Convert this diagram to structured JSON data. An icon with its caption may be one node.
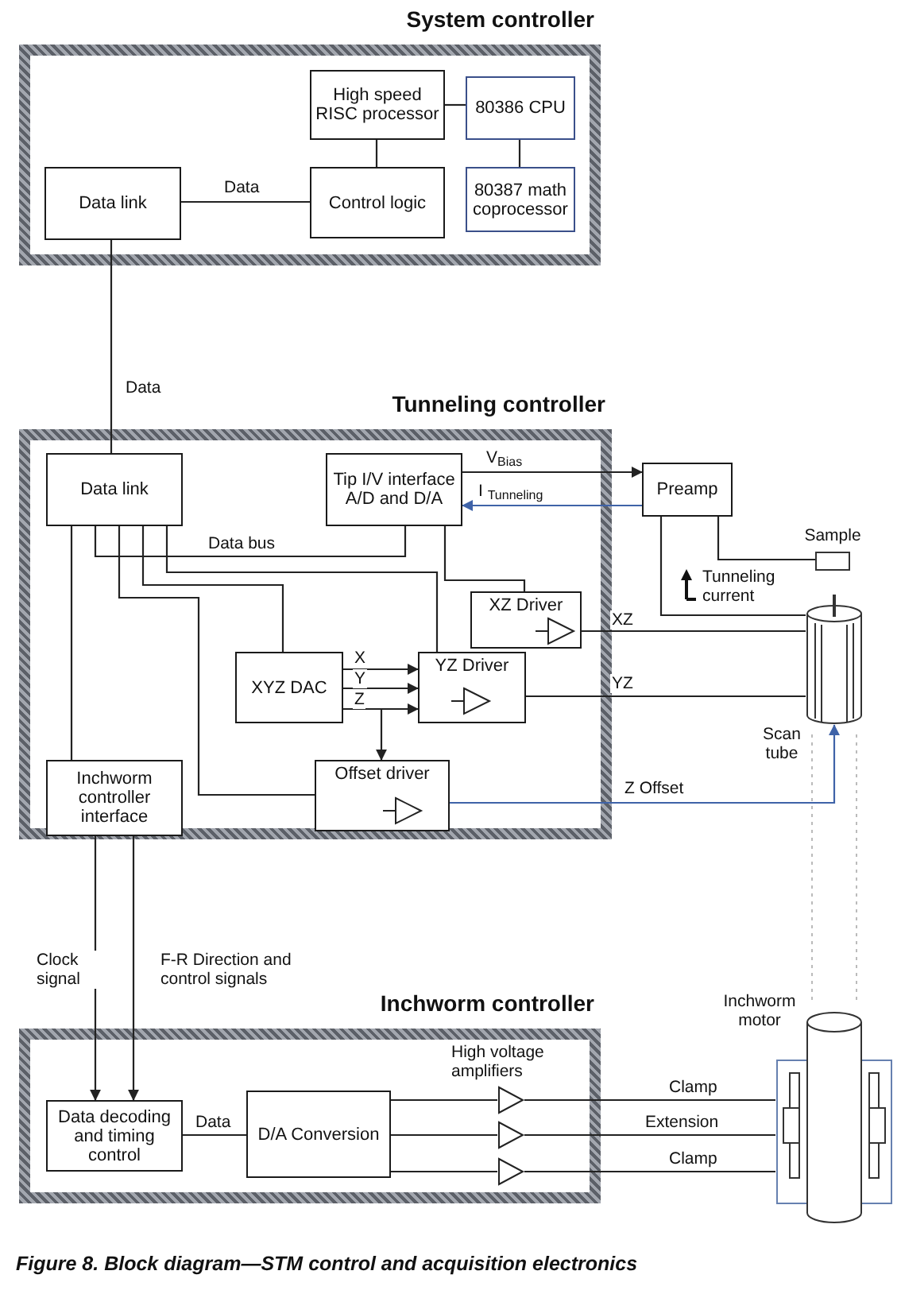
{
  "diagram": {
    "caption": "Figure 8. Block diagram—STM control and acquisition electronics",
    "nodes": [
      {
        "text": [
          "System controller"
        ]
      },
      {
        "text": [
          "Data link"
        ],
        "in": 0
      },
      {
        "text": [
          "High speed RISC processor"
        ],
        "in": 0
      },
      {
        "text": [
          "Control logic"
        ],
        "in": 0
      },
      {
        "text": [
          "80386 CPU"
        ],
        "in": 0
      },
      {
        "text": [
          "80387 math coprocessor"
        ],
        "in": 0
      },
      {
        "text": [
          "Tunneling controller"
        ]
      },
      {
        "text": [
          "Data link"
        ],
        "in": 6
      },
      {
        "text": [
          "Tip I/V interface A/D and D/A"
        ],
        "in": 6
      },
      {
        "text": [
          "XZ Driver"
        ],
        "in": 6
      },
      {
        "text": [
          "XYZ DAC"
        ],
        "in": 6
      },
      {
        "text": [
          "YZ Driver"
        ],
        "in": 6
      },
      {
        "text": [
          "Offset driver"
        ],
        "in": 6
      },
      {
        "text": [
          "Inchworm controller interface"
        ],
        "in": 6
      },
      {
        "text": [
          "Preamp"
        ]
      },
      {
        "text": [],
        "shape": "box",
        "beside": [
          "Sample"
        ]
      },
      {
        "text": [],
        "shape": "cylinder",
        "beside": [
          "Scan tube"
        ]
      },
      {
        "text": [
          "Inchworm controller"
        ]
      },
      {
        "text": [
          "Data decoding and timing control"
        ],
        "in": 17
      },
      {
        "text": [
          "D/A Conversion"
        ],
        "in": 17
      },
      {
        "text": [],
        "shape": "triangle",
        "in": 17
      },
      {
        "text": [],
        "shape": "triangle",
        "in": 17
      },
      {
        "text": [],
        "shape": "triangle",
        "in": 17
      },
      {
        "text": [],
        "shape": "cylinder",
        "beside": [
          "Inchworm motor"
        ]
      }
    ],
    "edges": [
      {
        "from": 1,
        "to": 3,
        "arrow": "none",
        "label": "Data"
      },
      {
        "from": 2,
        "to": 3,
        "arrow": "none"
      },
      {
        "from": 2,
        "to": 4,
        "arrow": "none"
      },
      {
        "from": 4,
        "to": 5,
        "arrow": "none"
      },
      {
        "from": 1,
        "to": 7,
        "arrow": "none",
        "label": "Data"
      },
      {
        "from": 7,
        "to": 8,
        "arrow": "none",
        "label": "Data bus"
      },
      {
        "from": 8,
        "to": 14,
        "arrow": "to",
        "label": "V$_{Bias}$"
      },
      {
        "from": 14,
        "to": 8,
        "arrow": "to",
        "label": "I $_{Tunneling}$",
        "color": "#3f63a8"
      },
      {
        "from": 14,
        "to": 15,
        "arrow": "none"
      },
      {
        "from": 14,
        "to": 16,
        "arrow": "none"
      },
      {
        "from": 10,
        "to": 11,
        "arrow": "to",
        "label": "X"
      },
      {
        "from": 10,
        "to": 11,
        "arrow": "to",
        "label": "Y"
      },
      {
        "from": 10,
        "to": 11,
        "arrow": "to",
        "label": "Z"
      },
      {
        "from": 10,
        "to": 12,
        "arrow": "to"
      },
      {
        "from": 9,
        "to": 16,
        "arrow": "none",
        "label": "XZ"
      },
      {
        "from": 11,
        "to": 16,
        "arrow": "none",
        "label": "YZ"
      },
      {
        "from": 12,
        "to": 16,
        "arrow": "to",
        "label": "Z Offset",
        "color": "#3f63a8"
      },
      {
        "from": 7,
        "to": 13,
        "arrow": "none"
      },
      {
        "from": 7,
        "to": 12,
        "arrow": "none"
      },
      {
        "from": 7,
        "to": 10,
        "arrow": "none"
      },
      {
        "from": 7,
        "to": 11,
        "arrow": "none"
      },
      {
        "from": 8,
        "to": 9,
        "arrow": "none"
      },
      {
        "from": 13,
        "to": 18,
        "arrow": "to",
        "label": "Clock signal"
      },
      {
        "from": 13,
        "to": 18,
        "arrow": "to",
        "label": "F-R Direction and control signals"
      },
      {
        "from": 18,
        "to": 19,
        "arrow": "none",
        "label": "Data"
      },
      {
        "from": 19,
        "to": 20,
        "arrow": "none"
      },
      {
        "from": 19,
        "to": 21,
        "arrow": "none"
      },
      {
        "from": 19,
        "to": 22,
        "arrow": "none"
      },
      {
        "from": 20,
        "to": 23,
        "arrow": "none",
        "label": "Clamp"
      },
      {
        "from": 21,
        "to": 23,
        "arrow": "none",
        "label": "Extension"
      },
      {
        "from": 22,
        "to": 23,
        "arrow": "none",
        "label": "Clamp"
      }
    ],
    "labels": [
      "Tunneling current",
      "High voltage amplifiers"
    ]
  }
}
